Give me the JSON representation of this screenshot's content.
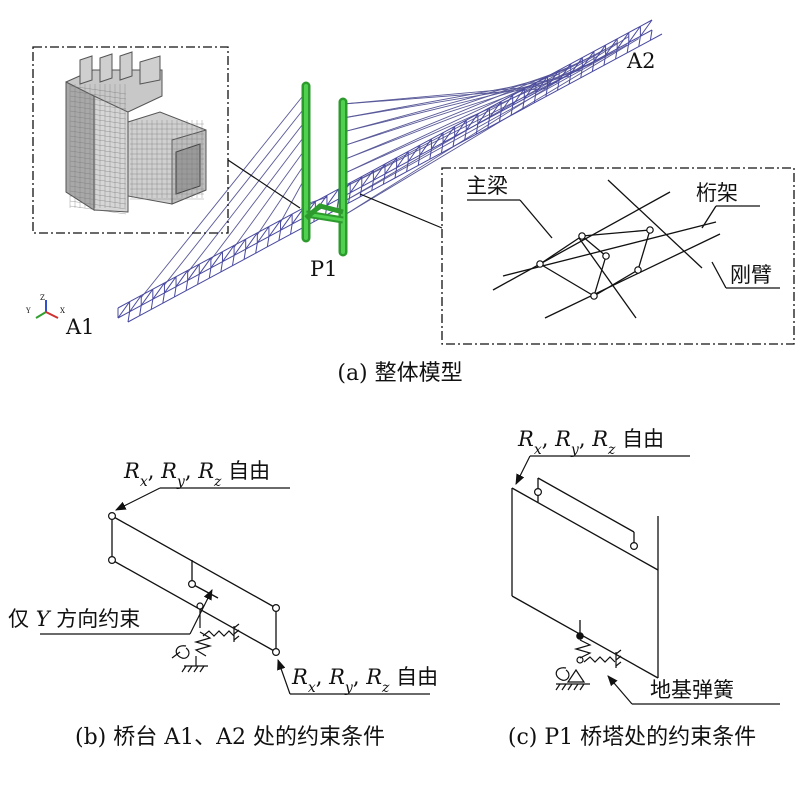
{
  "panel_a": {
    "caption": "(a) 整体模型",
    "labels": {
      "a1": "A1",
      "a2": "A2",
      "p1": "P1"
    },
    "detail_labels": {
      "main_girder": "主梁",
      "truss": "桁架",
      "rigid_arm": "刚臂"
    },
    "axis_triad": {
      "y": "Y",
      "z": "Z",
      "x": "X"
    },
    "colors": {
      "tower": "#33bb33",
      "truss": "#4848a0",
      "cable": "#5a5a9a",
      "ink": "#111111"
    }
  },
  "panel_b": {
    "caption": "(b) 桥台 A1、A2 处的约束条件",
    "free_label_1": {
      "R": "R",
      "x": "x",
      "y": "y",
      "z": "z",
      "sep": ",",
      "text": "自由"
    },
    "free_label_2": {
      "R": "R",
      "x": "x",
      "y": "y",
      "z": "z",
      "sep": ",",
      "text": "自由"
    },
    "constraint_prefix": "仅",
    "constraint_axis": "Y",
    "constraint_suffix": "方向约束"
  },
  "panel_c": {
    "caption": "(c) P1 桥塔处的约束条件",
    "free_label": {
      "R": "R",
      "x": "x",
      "y": "y",
      "z": "z",
      "sep": ",",
      "text": "自由"
    },
    "spring_label": "地基弹簧"
  }
}
